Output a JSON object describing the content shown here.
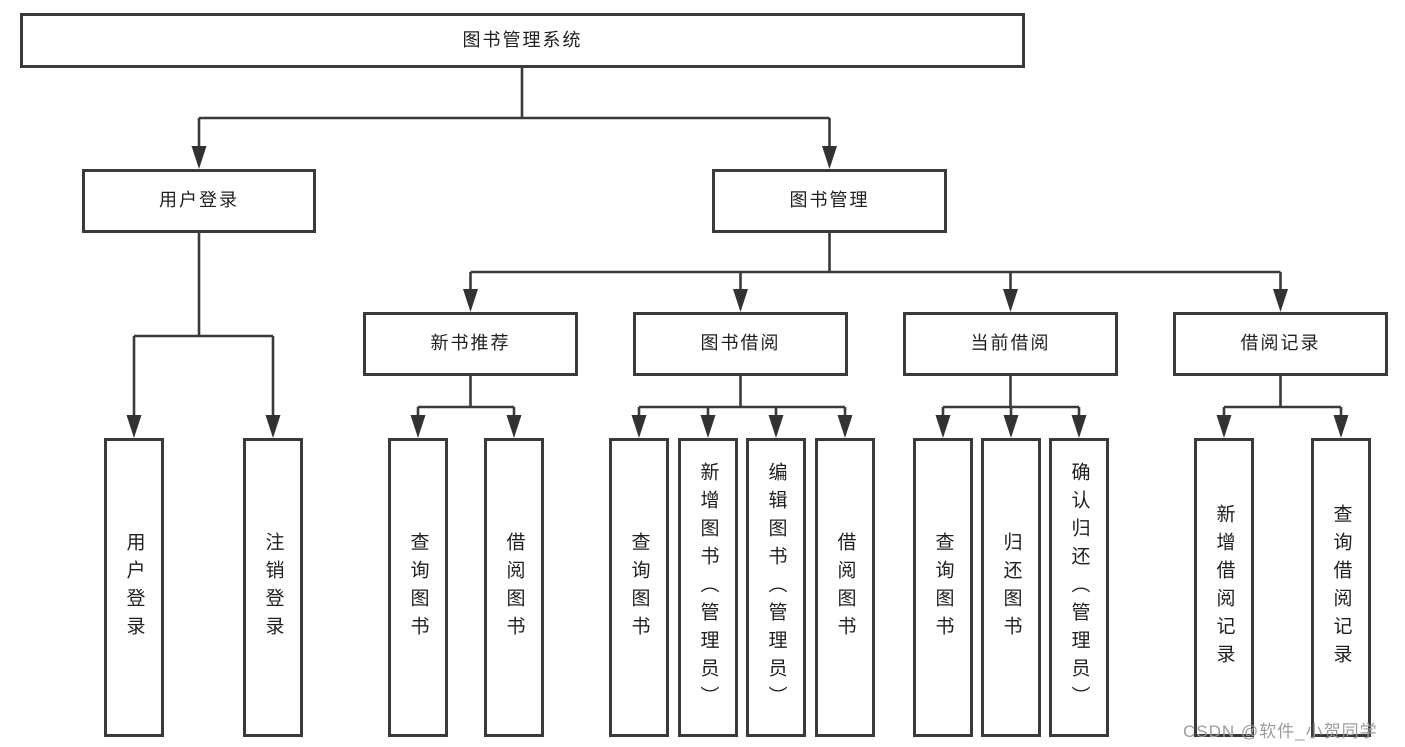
{
  "tree": {
    "label": "图书管理系统",
    "children": [
      {
        "label": "用户登录",
        "children": [
          {
            "label": "用户登录"
          },
          {
            "label": "注销登录"
          }
        ]
      },
      {
        "label": "图书管理",
        "children": [
          {
            "label": "新书推荐",
            "children": [
              {
                "label": "查询图书"
              },
              {
                "label": "借阅图书"
              }
            ]
          },
          {
            "label": "图书借阅",
            "children": [
              {
                "label": "查询图书"
              },
              {
                "label": "新增图书（管理员）"
              },
              {
                "label": "编辑图书（管理员）"
              },
              {
                "label": "借阅图书"
              }
            ]
          },
          {
            "label": "当前借阅",
            "children": [
              {
                "label": "查询图书"
              },
              {
                "label": "归还图书"
              },
              {
                "label": "确认归还（管理员）"
              }
            ]
          },
          {
            "label": "借阅记录",
            "children": [
              {
                "label": "新增借阅记录"
              },
              {
                "label": "查询借阅记录"
              }
            ]
          }
        ]
      }
    ]
  },
  "watermark": {
    "text": "CSDN @软件_小贺同学"
  },
  "colors": {
    "line": "#3a3a3a",
    "box_border": "#3a3a3a",
    "text": "#1f1f1f",
    "watermark": "#9c9c9c",
    "background": "#ffffff"
  }
}
